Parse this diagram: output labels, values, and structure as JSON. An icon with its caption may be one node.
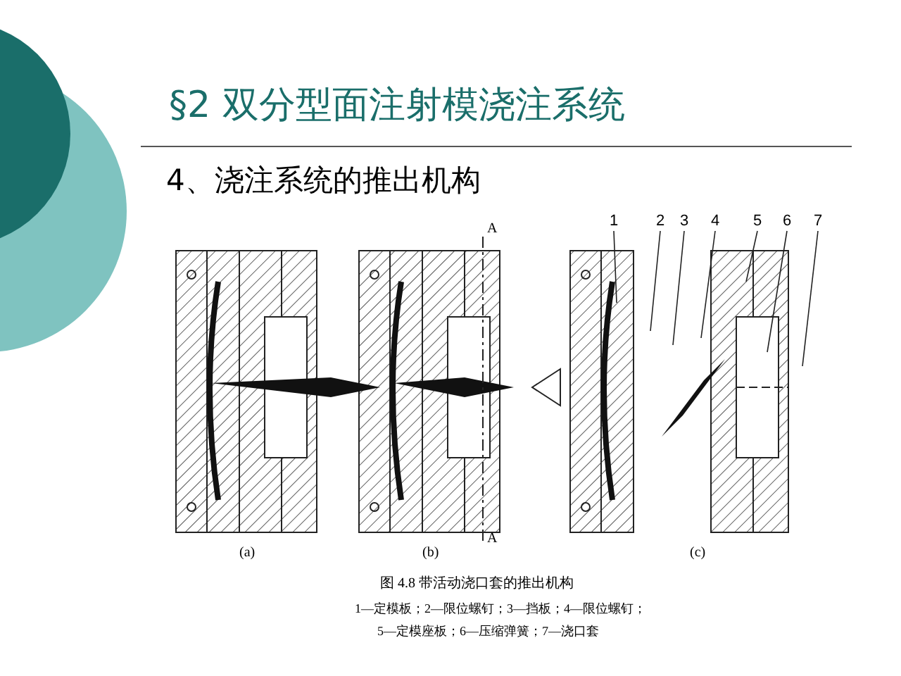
{
  "diagram": {
    "title": "§2 双分型面注射模浇注系统",
    "caption": "图 4.8 带活动浇口套的推出机构",
    "nodes": [
      {
        "text": [
          "1"
        ]
      },
      {
        "text": [
          "2"
        ]
      },
      {
        "text": [
          "3"
        ]
      },
      {
        "text": [
          "4"
        ]
      },
      {
        "text": [
          "5"
        ]
      },
      {
        "text": [
          "6"
        ]
      },
      {
        "text": [
          "7"
        ]
      }
    ],
    "edges": [
      {
        "from": 0,
        "to": null,
        "arrow": "none"
      },
      {
        "from": 1,
        "to": null,
        "arrow": "none"
      },
      {
        "from": 2,
        "to": null,
        "arrow": "none"
      },
      {
        "from": 3,
        "to": null,
        "arrow": "none"
      },
      {
        "from": 4,
        "to": null,
        "arrow": "none"
      },
      {
        "from": 5,
        "to": null,
        "arrow": "none"
      },
      {
        "from": 6,
        "to": null,
        "arrow": "none"
      }
    ],
    "labels": [
      "4、浇注系统的推出机构",
      "A",
      "A",
      "(a)",
      "(b)",
      "(c)",
      "1—定模板；2—限位螺钉；3—挡板；4—限位螺钉；",
      "5—定模座板；6—压缩弹簧；7—浇口套"
    ]
  }
}
